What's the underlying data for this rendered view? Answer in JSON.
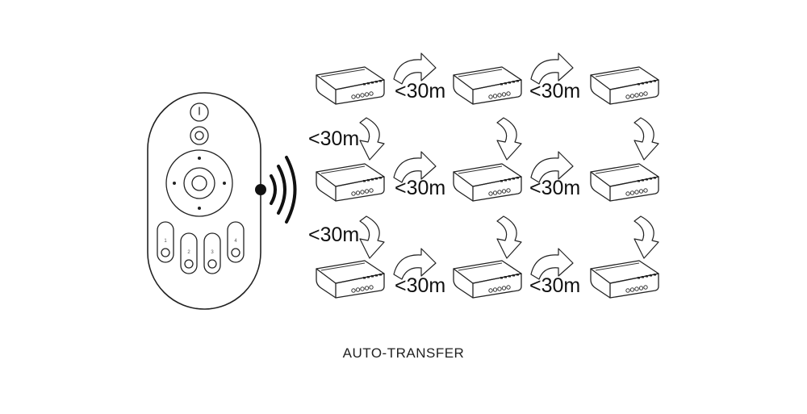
{
  "remote": {
    "zone_buttons": [
      "1",
      "2",
      "3",
      "4"
    ]
  },
  "distance_label": "<30m",
  "caption": "AUTO-TRANSFER"
}
